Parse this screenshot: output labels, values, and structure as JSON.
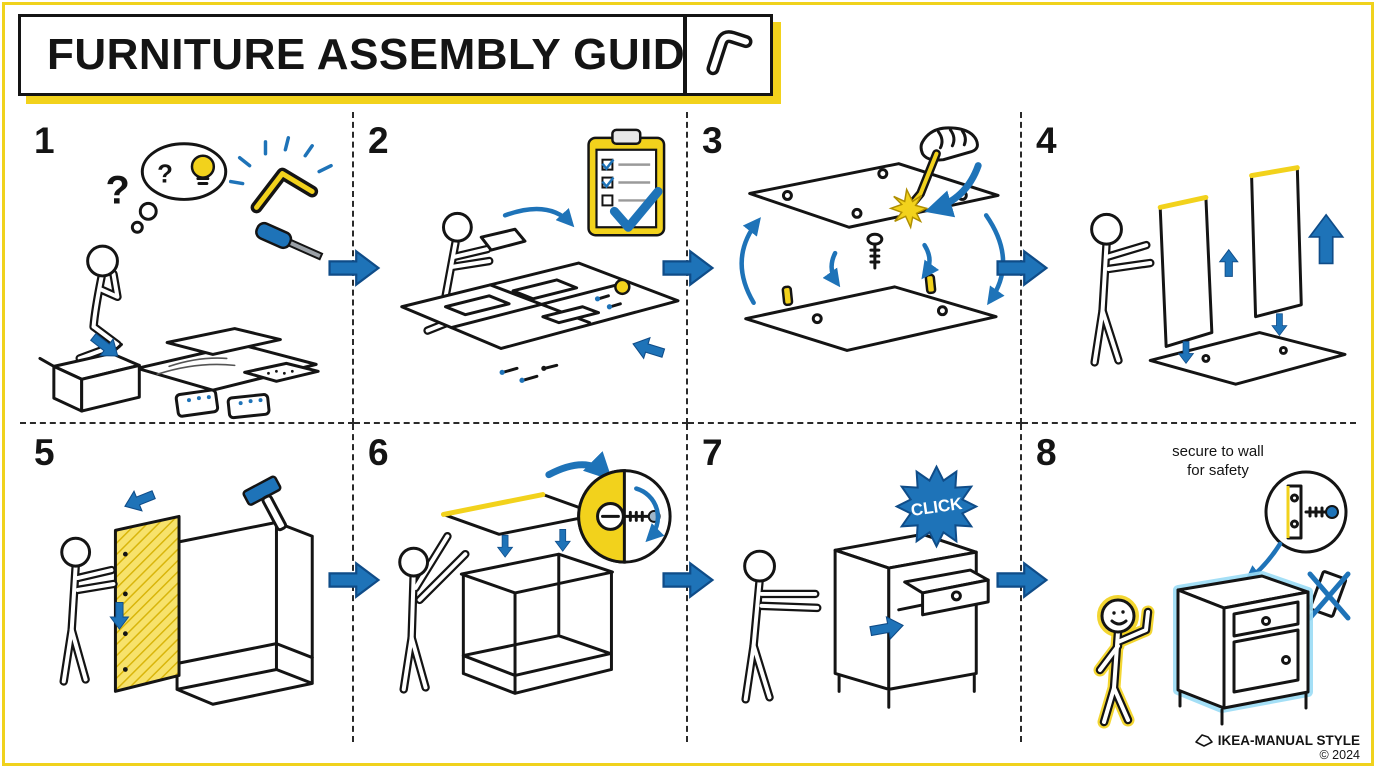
{
  "colors": {
    "blue": "#1e73b8",
    "blue_dark": "#0f4c88",
    "yellow": "#f2d21c",
    "glow_blue": "#9adcf5",
    "ink": "#141414"
  },
  "header": {
    "title": "FURNITURE ASSEMBLY GUIDE",
    "tool_icon": "allen-key"
  },
  "panels": [
    {
      "number": "1",
      "alt": "think about instructions and unbox flat-pack parts",
      "q1": "?",
      "q2": "?"
    },
    {
      "number": "2",
      "alt": "lay out parts on floor and check them against the checklist"
    },
    {
      "number": "3",
      "alt": "join two boards with screws and dowels using allen key"
    },
    {
      "number": "4",
      "alt": "stand side panels upright on the base"
    },
    {
      "number": "5",
      "alt": "attach back panel to cabinet frame with hammer"
    },
    {
      "number": "6",
      "alt": "fit the top panel and tighten cam locks"
    },
    {
      "number": "7",
      "alt": "slide the drawer in until it clicks",
      "callout": "CLICK"
    },
    {
      "number": "8",
      "alt": "finished nightstand, thumbs up",
      "note_line1": "secure to wall",
      "note_line2": "for safety"
    }
  ],
  "footer": {
    "brand": "IKEA-MANUAL STYLE",
    "copyright": "© 2024"
  }
}
